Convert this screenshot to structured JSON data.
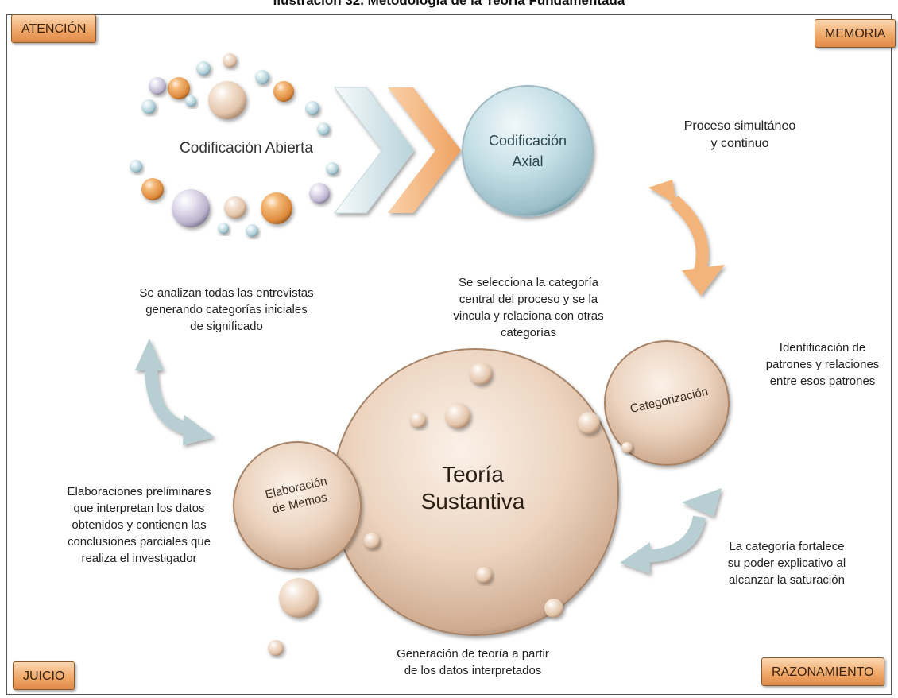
{
  "title": "Ilustración 32. Metodología de la Teoría Fundamentada",
  "corners": {
    "top_left": "ATENCIÓN",
    "top_right": "MEMORIA",
    "bottom_left": "JUICIO",
    "bottom_right": "RAZONAMIENTO"
  },
  "nodes": {
    "open_coding": "Codificación Abierta",
    "axial_coding_l1": "Codificación",
    "axial_coding_l2": "Axial",
    "categorization": "Categorización",
    "memos_l1": "Elaboración",
    "memos_l2": "de Memos",
    "theory_l1": "Teoría",
    "theory_l2": "Sustantiva"
  },
  "annotations": {
    "simultaneous": [
      "Proceso simultáneo",
      "y continuo"
    ],
    "open_coding_desc": [
      "Se analizan todas las entrevistas",
      "generando categorías iniciales",
      "de significado"
    ],
    "axial_desc": [
      "Se selecciona la categoría",
      "central del proceso y se la",
      "vincula y relaciona con otras",
      "categorías"
    ],
    "categorization_desc": [
      "Identificación de",
      "patrones y relaciones",
      "entre esos patrones"
    ],
    "memos_desc": [
      "Elaboraciones preliminares",
      "que interpretan los datos",
      "obtenidos y contienen las",
      "conclusiones parciales que",
      "realiza el investigador"
    ],
    "saturation_desc": [
      "La categoría fortalece",
      "su poder explicativo al",
      "alcanzar la saturación"
    ],
    "generation_desc": [
      "Generación de teoría a partir",
      "de los datos interpretados"
    ]
  },
  "colors": {
    "peach_orb": "#e8cdb6",
    "orange_orb": "#e89a50",
    "axial_blue": "#a9cdd8",
    "lavender_orb": "#c9c3d8",
    "teal_arrow": "#b3ccd0",
    "orange_arrow": "#f2b27a",
    "corner_fill": "#f0a96a"
  }
}
